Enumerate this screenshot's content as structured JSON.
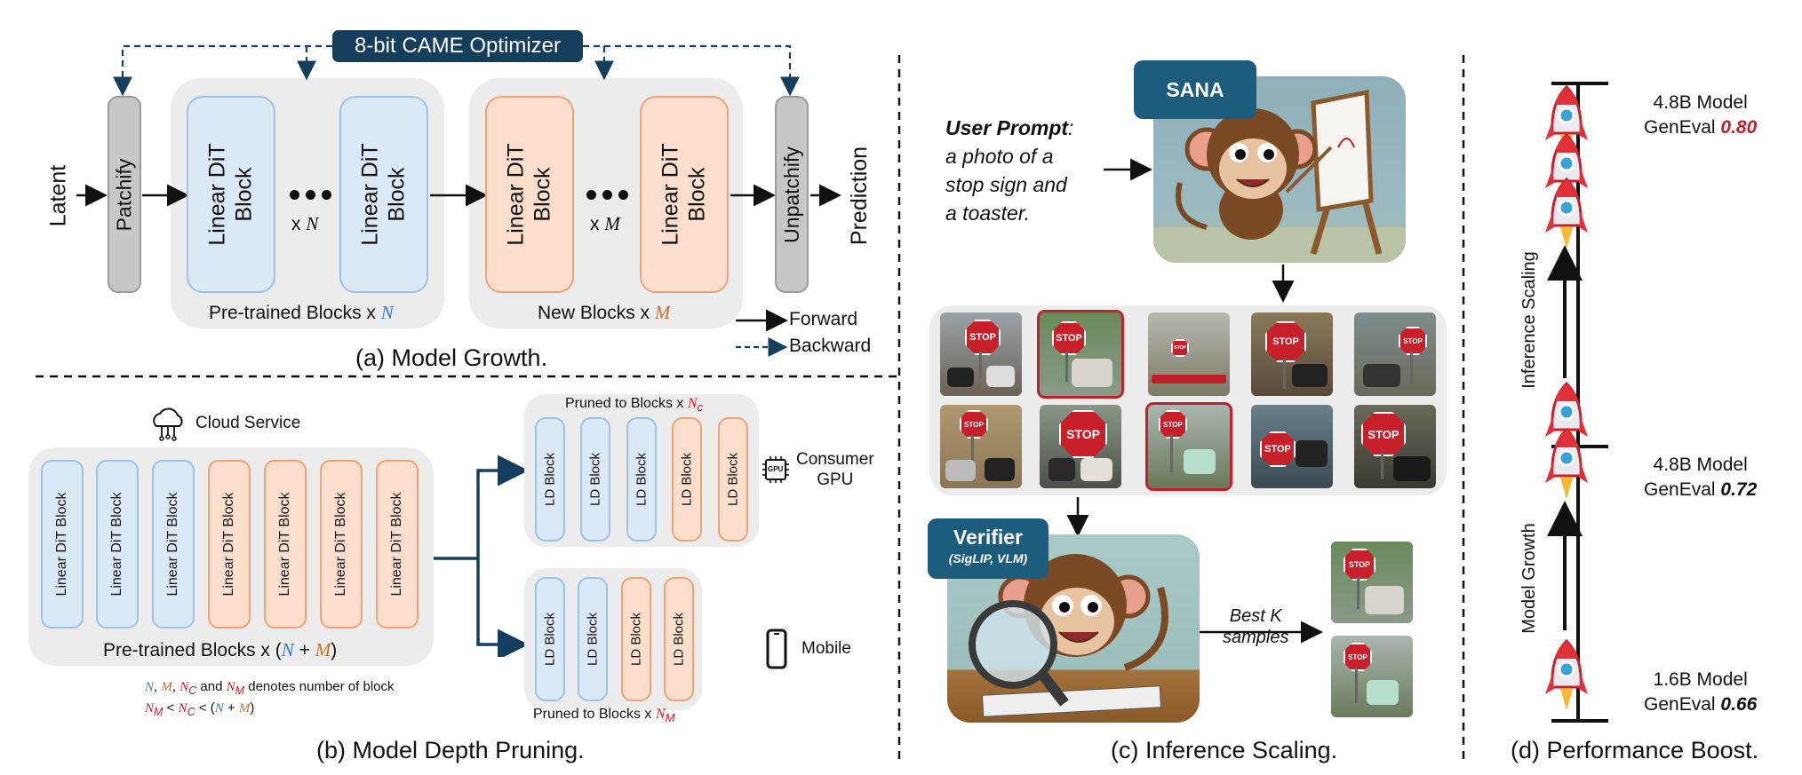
{
  "panel_a": {
    "optimizer": "8-bit CAME Optimizer",
    "latent": "Latent",
    "patchify": "Patchify",
    "unpatchify": "Unpatchify",
    "prediction": "Prediction",
    "block_line1": "Linear DiT",
    "block_line2": "Block",
    "xn_x": "x ",
    "xn_var": "N",
    "xm_var": "M",
    "pretrained_label": "Pre-trained Blocks x ",
    "new_label": "New Blocks x ",
    "forward": "Forward",
    "backward": "Backward",
    "caption": "(a) Model Growth."
  },
  "panel_b": {
    "cloud": "Cloud Service",
    "block": "Linear DiT Block",
    "ld_block": "LD Block",
    "pretrained_label": "Pre-trained Blocks x (",
    "plus": " + ",
    "close": ")",
    "pruned_label": "Pruned to Blocks x ",
    "nc": "N",
    "nc_sub": "c",
    "nm_sub": "M",
    "consumer": "Consumer",
    "gpu": "GPU",
    "gpu_chip": "GPU",
    "mobile": "Mobile",
    "note1_n": "N",
    "note1_m": "M",
    "note1_nc": "N",
    "note1_nc_sub": "C",
    "note1_and": " and ",
    "note1_nm": "N",
    "note1_nm_sub": "M",
    "note1_rest": " denotes number of block",
    "note2_nm": "N",
    "note2_nm_sub": "M",
    "note2_lt": " < ",
    "note2_nc": "N",
    "note2_nc_sub": "C",
    "note2_open": " < (",
    "note2_n": "N",
    "note2_plus": " + ",
    "note2_m": "M",
    "note2_close": ")",
    "caption": "(b) Model Depth Pruning."
  },
  "panel_c": {
    "sana": "SANA",
    "prompt_label": "User Prompt",
    "prompt_colon": ":",
    "prompt_l1": "a photo of a",
    "prompt_l2": "stop sign and",
    "prompt_l3": "a toaster.",
    "verifier": "Verifier",
    "verifier_sub": "(SigLIP, VLM)",
    "best_k_l1": "Best K",
    "best_k_l2": "samples",
    "stop": "STOP",
    "caption": "(c) Inference Scaling."
  },
  "panel_d": {
    "top_model": "4.8B Model",
    "top_geneval": "GenEval ",
    "top_score": "0.80",
    "mid_model": "4.8B Model",
    "mid_geneval": "GenEval ",
    "mid_score": "0.72",
    "bot_model": "1.6B Model",
    "bot_geneval": "GenEval ",
    "bot_score": "0.66",
    "inference_scaling": "Inference Scaling",
    "model_growth": "Model Growth",
    "caption": "(d) Performance Boost."
  },
  "colors": {
    "blue_fill": "#dbe8f6",
    "orange_fill": "#fbdfcc",
    "navy": "#143e5c",
    "teal_badge": "#1c5d7d",
    "red_score": "#c0202a",
    "var_blue": "#3b78c9",
    "var_orange": "#c8742c",
    "var_red": "#c8202a"
  }
}
